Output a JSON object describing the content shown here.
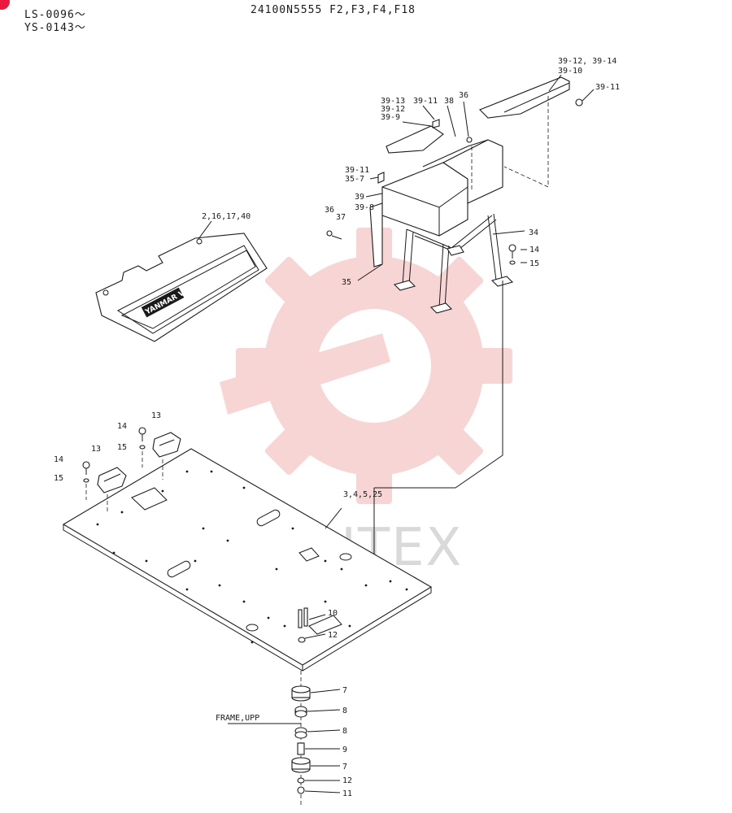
{
  "header": {
    "serial_line_1": "LS-0096～",
    "serial_line_2": "YS-0143～",
    "model_codes": "24100N5555 F2,F3,F4,F18"
  },
  "watermark": {
    "text": "ИНТЕХ",
    "color": "#f4b4b4"
  },
  "diagram": {
    "callouts": {
      "c_39_12_14": "39-12, 39-14",
      "c_39_10": "39-10",
      "c_39_11_a": "39-11",
      "c_39_13": "39-13",
      "c_39_12": "39-12",
      "c_39_9": "39-9",
      "c_39_11_b": "39-11",
      "c_38": "38",
      "c_36_a": "36",
      "c_39_11_c": "39-11",
      "c_35_7": "35-7",
      "c_39": "39",
      "c_39_8": "39-8",
      "c_36_b": "36",
      "c_37": "37",
      "c_34": "34",
      "c_14_a": "14",
      "c_15_a": "15",
      "c_35": "35",
      "c_mat": "2,16,17,40",
      "c_13_a": "13",
      "c_14_b": "14",
      "c_15_b": "15",
      "c_13_b": "13",
      "c_14_c": "14",
      "c_15_c": "15",
      "c_floor": "3,4,5,25",
      "c_10": "10",
      "c_12_a": "12",
      "c_7_a": "7",
      "c_8_a": "8",
      "c_frame": "FRAME,UPP",
      "c_8_b": "8",
      "c_9": "9",
      "c_7_b": "7",
      "c_12_b": "12",
      "c_11": "11"
    },
    "mat_logo": "YANMAR Vio"
  }
}
